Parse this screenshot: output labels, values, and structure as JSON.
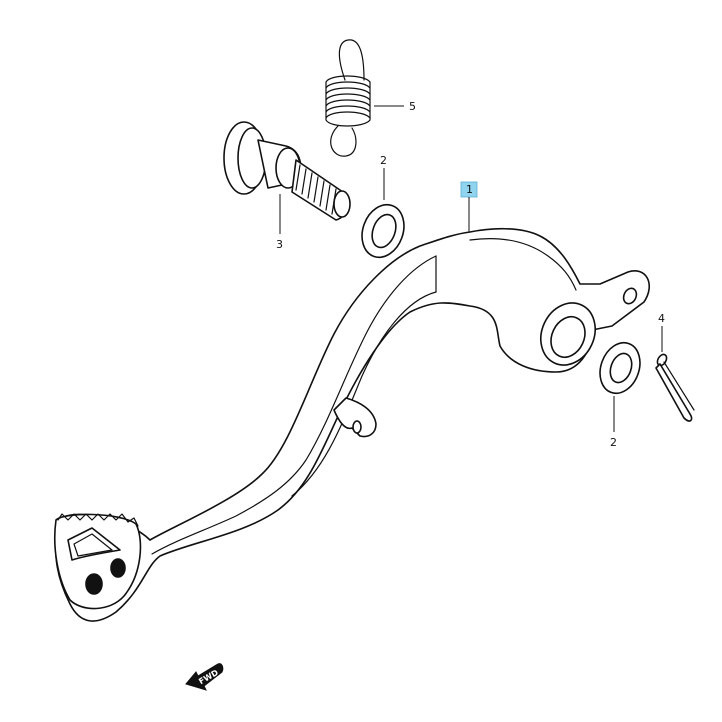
{
  "callouts": [
    {
      "id": "1",
      "label": "1",
      "highlighted": true
    },
    {
      "id": "2a",
      "label": "2"
    },
    {
      "id": "2b",
      "label": "2"
    },
    {
      "id": "3",
      "label": "3"
    },
    {
      "id": "4",
      "label": "4"
    },
    {
      "id": "5",
      "label": "5"
    }
  ],
  "fwd_arrow": {
    "label": "FWD"
  },
  "colors": {
    "highlight": "#8fd3ef",
    "line": "#111111"
  }
}
